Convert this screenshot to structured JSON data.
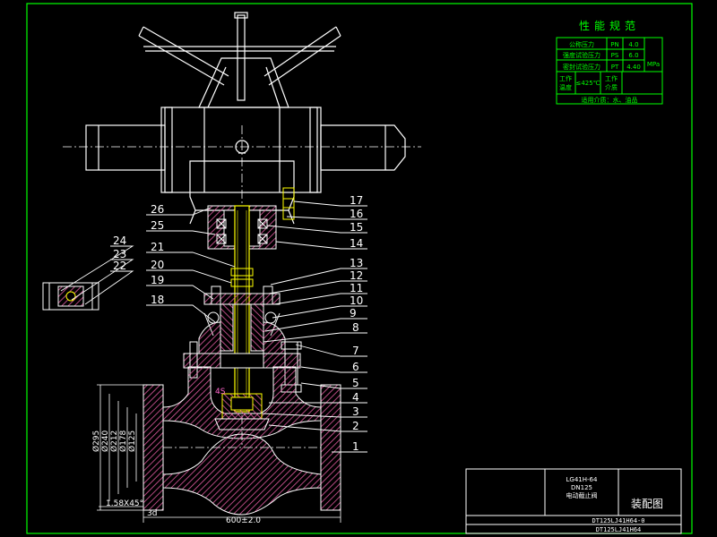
{
  "spec_table": {
    "title": "性能规范",
    "rows": [
      {
        "label": "公称压力",
        "symbol": "PN",
        "value": "4.0"
      },
      {
        "label": "强度试验压力",
        "symbol": "PS",
        "value": "6.0"
      },
      {
        "label": "密封试验压力",
        "symbol": "PT",
        "value": "4.40"
      }
    ],
    "unit": "MPa",
    "temp_label_1": "工作",
    "temp_label_2": "温度",
    "temp_value": "≤425℃",
    "medium_label_1": "工作",
    "medium_label_2": "介质",
    "applicable": "适用介质：水、油品"
  },
  "title_block": {
    "model": "LG41H-64",
    "size": "DN125",
    "name": "电动截止阀",
    "drawing_title": "装配图",
    "code_1": "DT125LJ41H64-0",
    "code_2": "DT125LJ41H64"
  },
  "part_numbers": {
    "left": [
      "26",
      "25",
      "21",
      "20",
      "19",
      "18"
    ],
    "inset": [
      "24",
      "23",
      "22"
    ],
    "right": [
      "17",
      "16",
      "15",
      "14",
      "13",
      "12",
      "11",
      "10",
      "9",
      "8",
      "7",
      "6",
      "5",
      "4",
      "3",
      "2",
      "1"
    ]
  },
  "dimensions": {
    "d1": "Ø295",
    "d2": "Ø240",
    "d3": "Ø212",
    "d4": "Ø178",
    "d5": "Ø125",
    "chamfer": "1.58X45°",
    "height_mark": "3d",
    "length": "600±2.0",
    "thread": "4S"
  },
  "colors": {
    "line": "#ffffff",
    "border": "#00ff00",
    "hatch": "#e05aa0",
    "yellow": "#ffff00",
    "cyan": "#00ffff",
    "table": "#00ff00"
  }
}
